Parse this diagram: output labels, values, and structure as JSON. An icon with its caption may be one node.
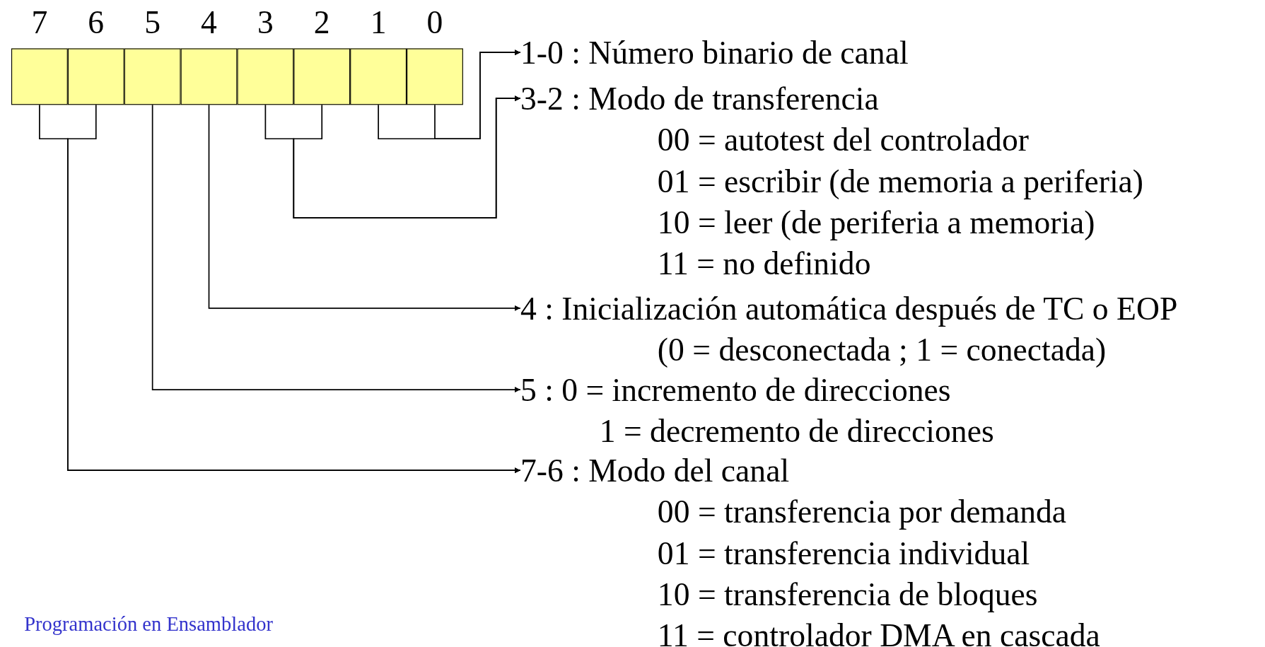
{
  "diagram": {
    "nodes": [
      {
        "text": [
          "7"
        ]
      },
      {
        "text": [
          "6"
        ]
      },
      {
        "text": [
          "5"
        ]
      },
      {
        "text": [
          "4"
        ]
      },
      {
        "text": [
          "3"
        ]
      },
      {
        "text": [
          "2"
        ]
      },
      {
        "text": [
          "1"
        ]
      },
      {
        "text": [
          "0"
        ]
      },
      {
        "text": [
          "1-0 : Número binario de canal"
        ]
      },
      {
        "text": [
          "3-2 : Modo de transferencia",
          "00 = autotest del controlador",
          "01 = escribir (de memoria a periferia)",
          "10 = leer (de periferia a memoria)",
          "11 = no definido"
        ]
      },
      {
        "text": [
          "4 : Inicialización automática después de TC o EOP",
          "(0 = desconectada ; 1 = conectada)"
        ]
      },
      {
        "text": [
          "5 : 0 = incremento de direcciones",
          "1 = decremento de direcciones"
        ]
      },
      {
        "text": [
          "7-6 : Modo del canal",
          "00 = transferencia por demanda",
          "01 = transferencia individual",
          "10 = transferencia de bloques",
          "11 = controlador DMA en cascada"
        ]
      }
    ],
    "edges": [
      {
        "from": 6,
        "to": 8,
        "arrow": "to"
      },
      {
        "from": 7,
        "to": 8,
        "arrow": "to"
      },
      {
        "from": 4,
        "to": 9,
        "arrow": "to"
      },
      {
        "from": 5,
        "to": 9,
        "arrow": "to"
      },
      {
        "from": 3,
        "to": 10,
        "arrow": "to"
      },
      {
        "from": 2,
        "to": 11,
        "arrow": "to"
      },
      {
        "from": 0,
        "to": 12,
        "arrow": "to"
      },
      {
        "from": 1,
        "to": 12,
        "arrow": "to"
      }
    ],
    "labels": [
      "Programación en Ensamblador"
    ]
  }
}
